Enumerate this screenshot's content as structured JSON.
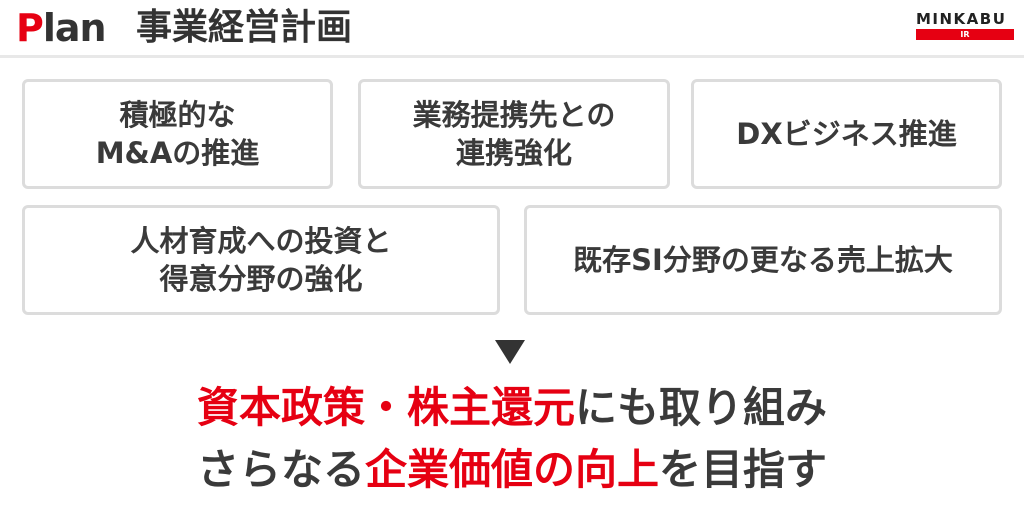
{
  "header": {
    "section_initial": "P",
    "section_rest": "lan",
    "title": "事業経営計画",
    "logo_text": "MINKABU",
    "logo_sub": "IR"
  },
  "cards": [
    {
      "line1": "積極的な",
      "line2": "M&Aの推進"
    },
    {
      "line1": "業務提携先との",
      "line2": "連携強化"
    },
    {
      "line1": "DXビジネス推進"
    },
    {
      "line1": "人材育成への投資と",
      "line2": "得意分野の強化"
    },
    {
      "line1": "既存SI分野の更なる売上拡大"
    }
  ],
  "conclusion": {
    "line1_red": "資本政策・株主還元",
    "line1_rest": "にも取り組み",
    "line2_pre": "さらなる",
    "line2_red": "企業価値の向上",
    "line2_post": "を目指す"
  },
  "colors": {
    "accent_red": "#e60012",
    "text_dark": "#3a3a3a",
    "card_border": "#dcdcdc"
  }
}
